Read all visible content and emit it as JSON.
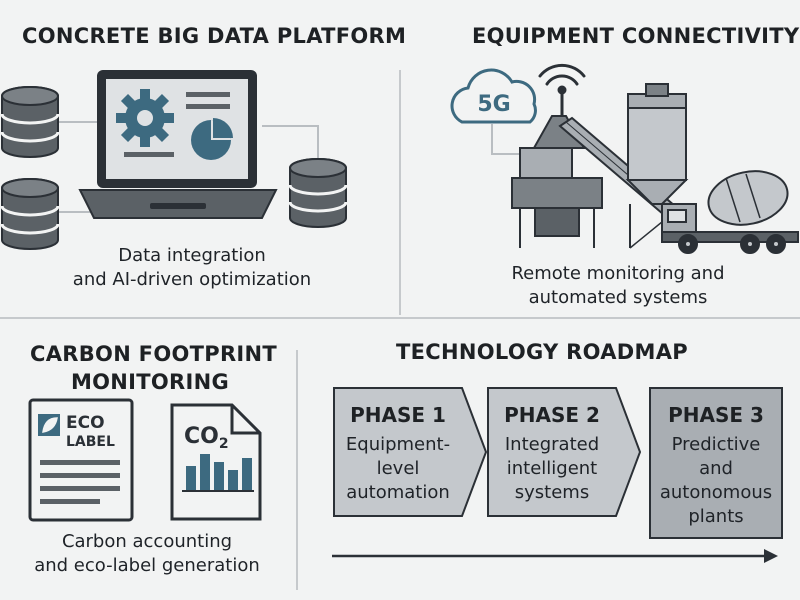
{
  "sections": {
    "platform": {
      "title": "CONCRETE BIG DATA PLATFORM",
      "caption_line1": "Data integration",
      "caption_line2": "and AI-driven optimization"
    },
    "connectivity": {
      "title": "EQUIPMENT CONNECTIVITY",
      "cloud_label": "5G",
      "caption_line1": "Remote monitoring and",
      "caption_line2": "automated systems"
    },
    "carbon": {
      "title_line1": "CARBON FOOTPRINT",
      "title_line2": "MONITORING",
      "eco_line1": "ECO",
      "eco_line2": "LABEL",
      "co2_label": "CO",
      "co2_sub": "2",
      "caption_line1": "Carbon accounting",
      "caption_line2": "and eco-label generation"
    },
    "roadmap": {
      "title": "TECHNOLOGY ROADMAP",
      "phases": [
        {
          "title": "PHASE 1",
          "desc": [
            "Equipment-",
            "level",
            "automation"
          ]
        },
        {
          "title": "PHASE 2",
          "desc": [
            "Integrated",
            "intelligent",
            "systems"
          ]
        },
        {
          "title": "PHASE 3",
          "desc": [
            "Predictive",
            "and",
            "autonomous",
            "plants"
          ]
        }
      ]
    }
  },
  "colors": {
    "accent": "#3d6a80",
    "icon_gray": "#5b6166",
    "icon_dark": "#2b3036",
    "phase_fill": "#c4c8cc",
    "phase_fill_active": "#a9aeb3",
    "background": "#f2f3f3"
  }
}
